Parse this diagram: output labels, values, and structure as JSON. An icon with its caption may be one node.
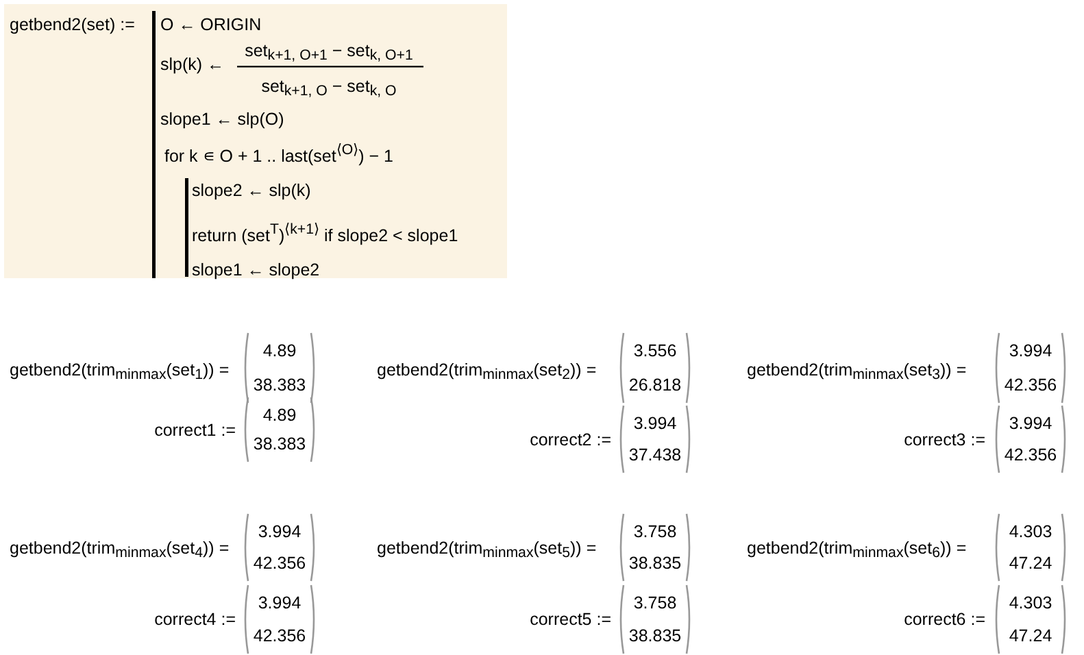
{
  "diagram": {
    "nodes": [
      {
        "text": [
          "getbend2(set) :=",
          "O ← ORIGIN",
          "slp(k) ←",
          "set$_{k+1, O+1}$ − set$_{k, O+1}$",
          "set$_{k+1, O}$ − set$_{k, O}$",
          "slope1 ← slp(O)",
          "for  k ∊ O + 1 .. last(set$^{⟨O⟩}$) − 1",
          "slope2 ← slp(k)",
          "return  (set$^{T}$)$^{⟨k+1⟩}$   if  slope2 < slope1",
          "slope1 ← slope2"
        ]
      }
    ],
    "edges": [],
    "labels": [
      "getbend2(trim$_{minmax}$(set$_{1}$)) =",
      "4.89",
      "38.383",
      "correct1 :=",
      "4.89",
      "38.383",
      "getbend2(trim$_{minmax}$(set$_{2}$)) =",
      "3.556",
      "26.818",
      "correct2 :=",
      "3.994",
      "37.438",
      "getbend2(trim$_{minmax}$(set$_{3}$)) =",
      "3.994",
      "42.356",
      "correct3 :=",
      "3.994",
      "42.356",
      "getbend2(trim$_{minmax}$(set$_{4}$)) =",
      "3.994",
      "42.356",
      "correct4 :=",
      "3.994",
      "42.356",
      "getbend2(trim$_{minmax}$(set$_{5}$)) =",
      "3.758",
      "38.835",
      "correct5 :=",
      "3.758",
      "38.835",
      "getbend2(trim$_{minmax}$(set$_{6}$)) =",
      "4.303",
      "47.24",
      "correct6 :=",
      "4.303",
      "47.24"
    ]
  }
}
